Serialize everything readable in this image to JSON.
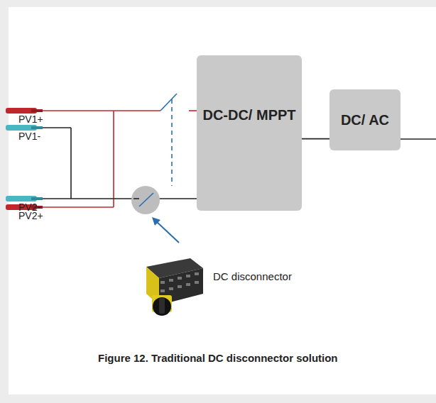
{
  "diagram": {
    "caption": "Figure 12. Traditional DC disconnector solution",
    "nodes": [
      {
        "text": [
          "DC-DC/ MPPT"
        ]
      },
      {
        "text": [
          "DC/ AC"
        ]
      }
    ],
    "edges": [
      {
        "from": 0,
        "to": 1,
        "arrow": "none"
      }
    ],
    "labels": [
      "PV1+",
      "PV1-",
      "PV2+",
      "PV2-",
      "DC disconnector"
    ]
  }
}
